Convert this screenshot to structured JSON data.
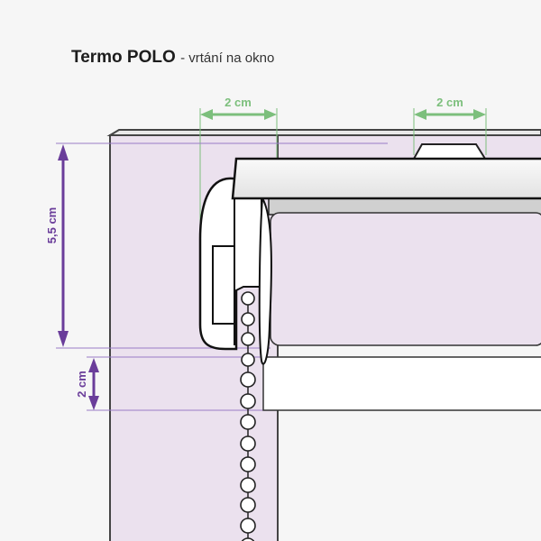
{
  "title": {
    "bold": "Termo POLO",
    "subtitle": "- vrtání na okno"
  },
  "dimensions": {
    "top_left": "2 cm",
    "top_right": "2 cm",
    "height_headrail": "5,5 cm",
    "height_below": "2 cm"
  },
  "colors": {
    "green": "#7cbf7c",
    "purple": "#6a3d9a",
    "window": "#ebe1ee",
    "fabric": "#ebe1ee"
  }
}
